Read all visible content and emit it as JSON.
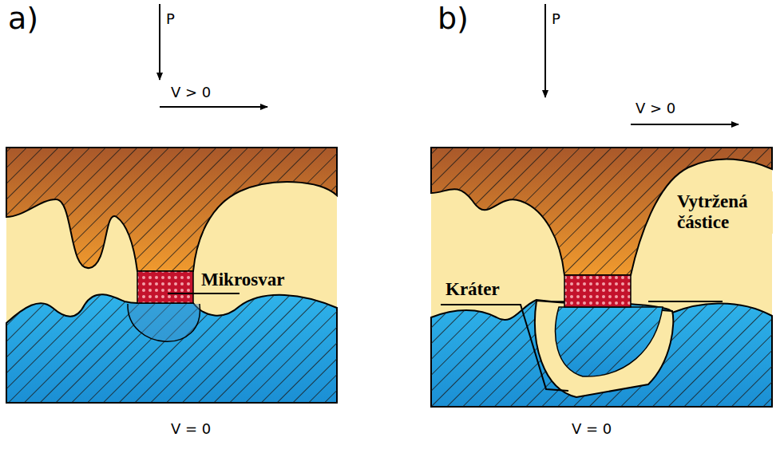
{
  "diagram": {
    "labels": [
      "a)",
      "P",
      "V > 0",
      "Mikrosvar",
      "V = 0",
      "b)",
      "P",
      "V > 0",
      "Kráter",
      "Vytržená částice",
      "V = 0"
    ]
  }
}
